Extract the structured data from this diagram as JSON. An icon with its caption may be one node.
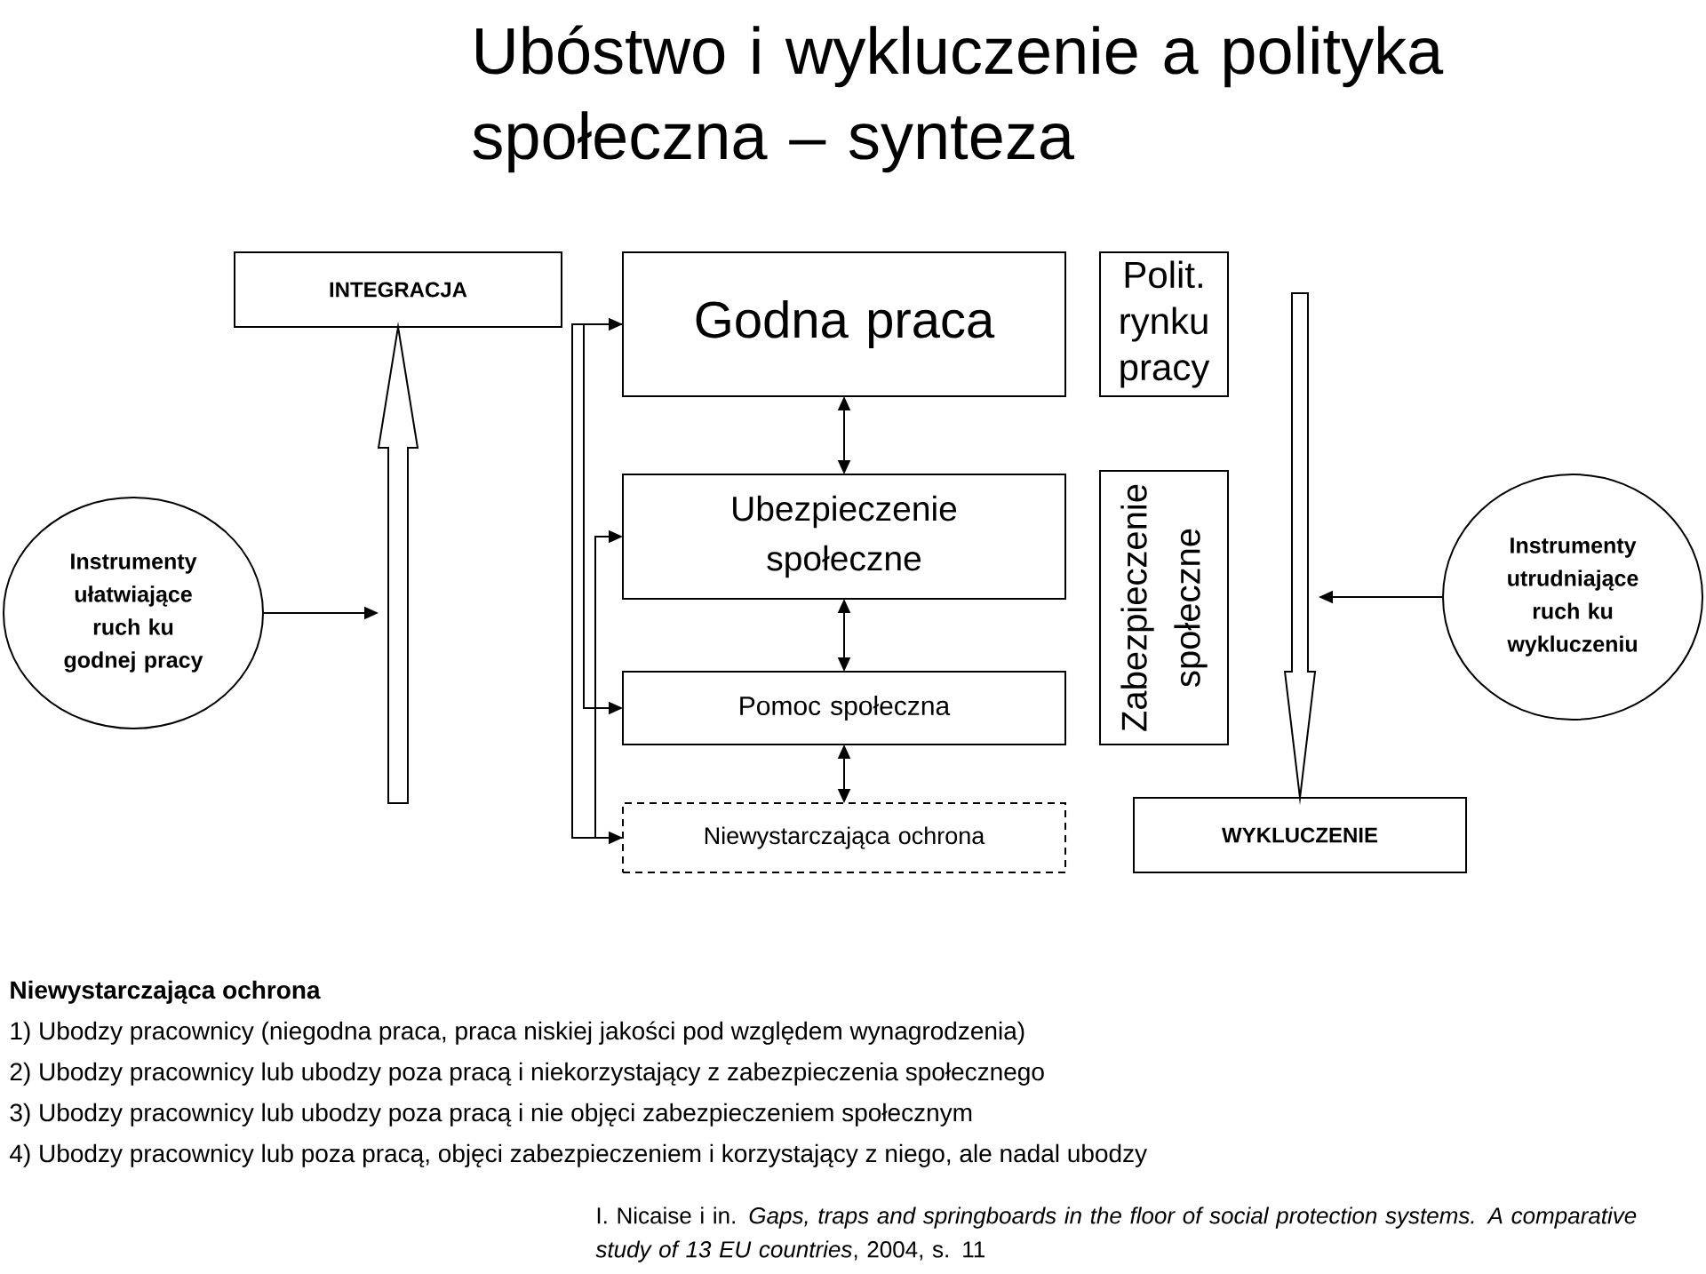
{
  "diagram": {
    "title": "Ubóstwo i wykluczenie a polityka społeczna – synteza",
    "nodes": [
      {
        "text": [
          "INTEGRACJA"
        ]
      },
      {
        "text": [
          "Godna praca"
        ]
      },
      {
        "text": [
          "Polit. rynku pracy"
        ]
      },
      {
        "text": [
          "Instrumenty ułatwiające ruch ku godnej pracy"
        ]
      },
      {
        "text": [
          "Ubezpieczenie społeczne"
        ]
      },
      {
        "text": [
          "Zabezpieczenie społeczne"
        ]
      },
      {
        "text": [
          "Instrumenty utrudniające ruch ku wykluczeniu"
        ]
      },
      {
        "text": [
          "Pomoc społeczna"
        ]
      },
      {
        "text": [
          "Niewystarczająca ochrona"
        ]
      },
      {
        "text": [
          "WYKLUCZENIE"
        ]
      }
    ],
    "edges": [
      {
        "from": null,
        "to": 0,
        "arrow": "to",
        "style": "thick"
      },
      {
        "from": 1,
        "to": 8,
        "arrow": "both"
      },
      {
        "from": 1,
        "to": 7,
        "arrow": "to"
      },
      {
        "from": 8,
        "to": 4,
        "arrow": "to"
      },
      {
        "from": 1,
        "to": 4,
        "arrow": "both"
      },
      {
        "from": null,
        "to": 9,
        "arrow": "to",
        "style": "thick"
      },
      {
        "from": 3,
        "to": null,
        "arrow": "to"
      },
      {
        "from": 6,
        "to": null,
        "arrow": "to"
      },
      {
        "from": 4,
        "to": 7,
        "arrow": "both"
      },
      {
        "from": 7,
        "to": 8,
        "arrow": "both"
      }
    ],
    "labels": [
      "Niewystarczająca ochrona",
      "1) Ubodzy pracownicy (niegodna praca, praca niskiej jakości pod względem wynagrodzenia)",
      "2) Ubodzy pracownicy lub ubodzy poza pracą i niekorzystający z zabezpieczenia społecznego",
      "3) Ubodzy pracownicy lub ubodzy poza pracą i nie objęci zabezpieczeniem społecznym",
      "4) Ubodzy pracownicy lub poza pracą, objęci zabezpieczeniem i korzystający z niego, ale nadal ubodzy"
    ],
    "caption": "I. Nicaise i in. *Gaps, traps and springboards in the floor of social protection systems. A comparative study of 13 EU countries*, 2004, s. 11"
  }
}
